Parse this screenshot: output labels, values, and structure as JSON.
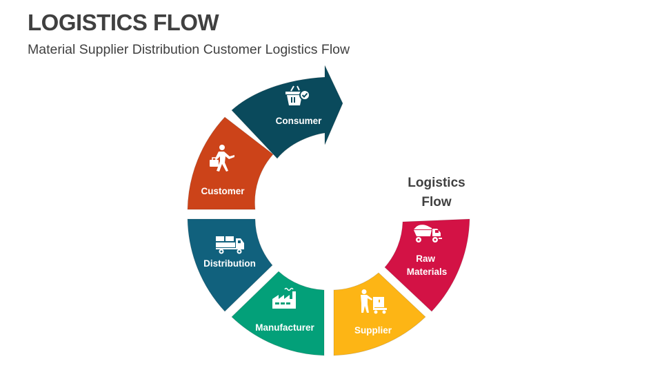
{
  "header": {
    "title": "LOGISTICS FLOW",
    "subtitle": "Material Supplier Distribution Customer Logistics Flow"
  },
  "center_label": {
    "line1": "Logistics",
    "line2": "Flow"
  },
  "segments": [
    {
      "id": "raw-materials",
      "label_lines": [
        "Raw",
        "Materials"
      ],
      "icon": "dump-truck-icon",
      "color": "#D31245"
    },
    {
      "id": "supplier",
      "label_lines": [
        "Supplier"
      ],
      "icon": "hand-truck-worker-icon",
      "color": "#FDB515"
    },
    {
      "id": "manufacturer",
      "label_lines": [
        "Manufacturer"
      ],
      "icon": "factory-icon",
      "color": "#03A079"
    },
    {
      "id": "distribution",
      "label_lines": [
        "Distribution"
      ],
      "icon": "delivery-truck-icon",
      "color": "#11617D"
    },
    {
      "id": "customer",
      "label_lines": [
        "Customer"
      ],
      "icon": "walking-businessman-icon",
      "color": "#CC4319"
    },
    {
      "id": "consumer",
      "label_lines": [
        "Consumer"
      ],
      "icon": "shopping-basket-check-icon",
      "color": "#0A4A5C"
    }
  ]
}
